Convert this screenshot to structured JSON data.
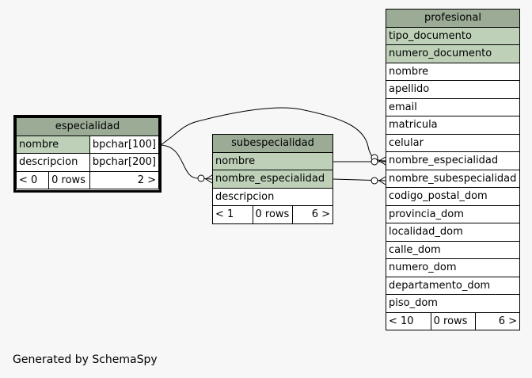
{
  "tables": {
    "especialidad": {
      "name": "especialidad",
      "columns": [
        {
          "name": "nombre",
          "type": "bpchar[100]",
          "pk": true
        },
        {
          "name": "descripcion",
          "type": "bpchar[200]",
          "pk": false
        }
      ],
      "footer": {
        "parents": "< 0",
        "rows": "0 rows",
        "children": "2 >"
      }
    },
    "subespecialidad": {
      "name": "subespecialidad",
      "columns": [
        {
          "name": "nombre",
          "pk": true
        },
        {
          "name": "nombre_especialidad",
          "pk": true
        },
        {
          "name": "descripcion",
          "pk": false
        }
      ],
      "footer": {
        "parents": "< 1",
        "rows": "0 rows",
        "children": "6 >"
      }
    },
    "profesional": {
      "name": "profesional",
      "columns": [
        {
          "name": "tipo_documento",
          "pk": true
        },
        {
          "name": "numero_documento",
          "pk": true
        },
        {
          "name": "nombre",
          "pk": false
        },
        {
          "name": "apellido",
          "pk": false
        },
        {
          "name": "email",
          "pk": false
        },
        {
          "name": "matricula",
          "pk": false
        },
        {
          "name": "celular",
          "pk": false
        },
        {
          "name": "nombre_especialidad",
          "pk": false
        },
        {
          "name": "nombre_subespecialidad",
          "pk": false
        },
        {
          "name": "codigo_postal_dom",
          "pk": false
        },
        {
          "name": "provincia_dom",
          "pk": false
        },
        {
          "name": "localidad_dom",
          "pk": false
        },
        {
          "name": "calle_dom",
          "pk": false
        },
        {
          "name": "numero_dom",
          "pk": false
        },
        {
          "name": "departamento_dom",
          "pk": false
        },
        {
          "name": "piso_dom",
          "pk": false
        }
      ],
      "footer": {
        "parents": "< 10",
        "rows": "0 rows",
        "children": "6 >"
      }
    }
  },
  "footer_text": "Generated by SchemaSpy"
}
